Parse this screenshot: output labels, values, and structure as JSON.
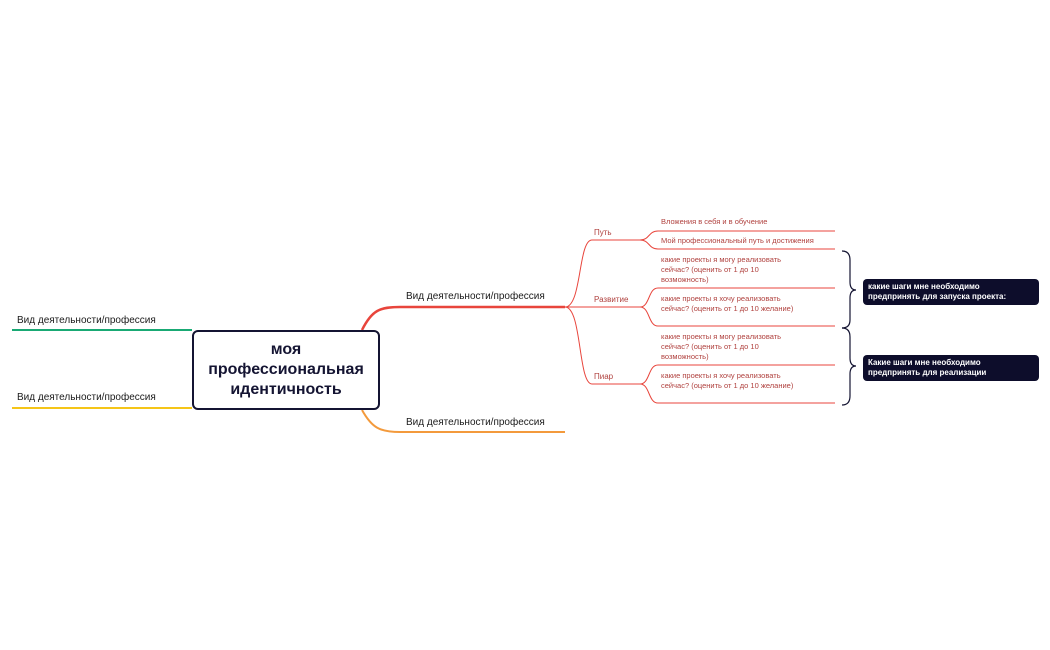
{
  "root": {
    "title": "моя\nпрофессиональная\nидентичность"
  },
  "left_branches": [
    {
      "label": "Вид деятельности/профессия",
      "color": "#19a974"
    },
    {
      "label": "Вид деятельности/профессия",
      "color": "#f5c518"
    }
  ],
  "right_branches": [
    {
      "label": "Вид деятельности/профессия",
      "color": "#e8453c",
      "children": [
        {
          "label": "Путь",
          "leaves": [
            "Вложения в себя и в обучение",
            "Мой профессиональный путь и достижения"
          ]
        },
        {
          "label": "Развитие",
          "leaves": [
            "какие проекты я могу реализовать сейчас? (оценить от 1 до 10 возможность)",
            "какие проекты я хочу реализовать сейчас? (оценить от 1 до 10 желание)"
          ]
        },
        {
          "label": "Пиар",
          "leaves": [
            "какие проекты я могу реализовать сейчас? (оценить от 1 до 10 возможность)",
            "какие проекты я хочу реализовать сейчас? (оценить от 1 до 10 желание)"
          ]
        }
      ]
    },
    {
      "label": "Вид деятельности/профессия",
      "color": "#f39a3c"
    }
  ],
  "notes": [
    "какие шаги мне необходимо предпринять для запуска проекта:",
    "Какие шаги мне необходимо предпринять для реализации"
  ],
  "colors": {
    "root_border": "#141432",
    "sub_line": "#e8453c",
    "brace": "#141432",
    "note_bg": "#0d0d2b"
  }
}
